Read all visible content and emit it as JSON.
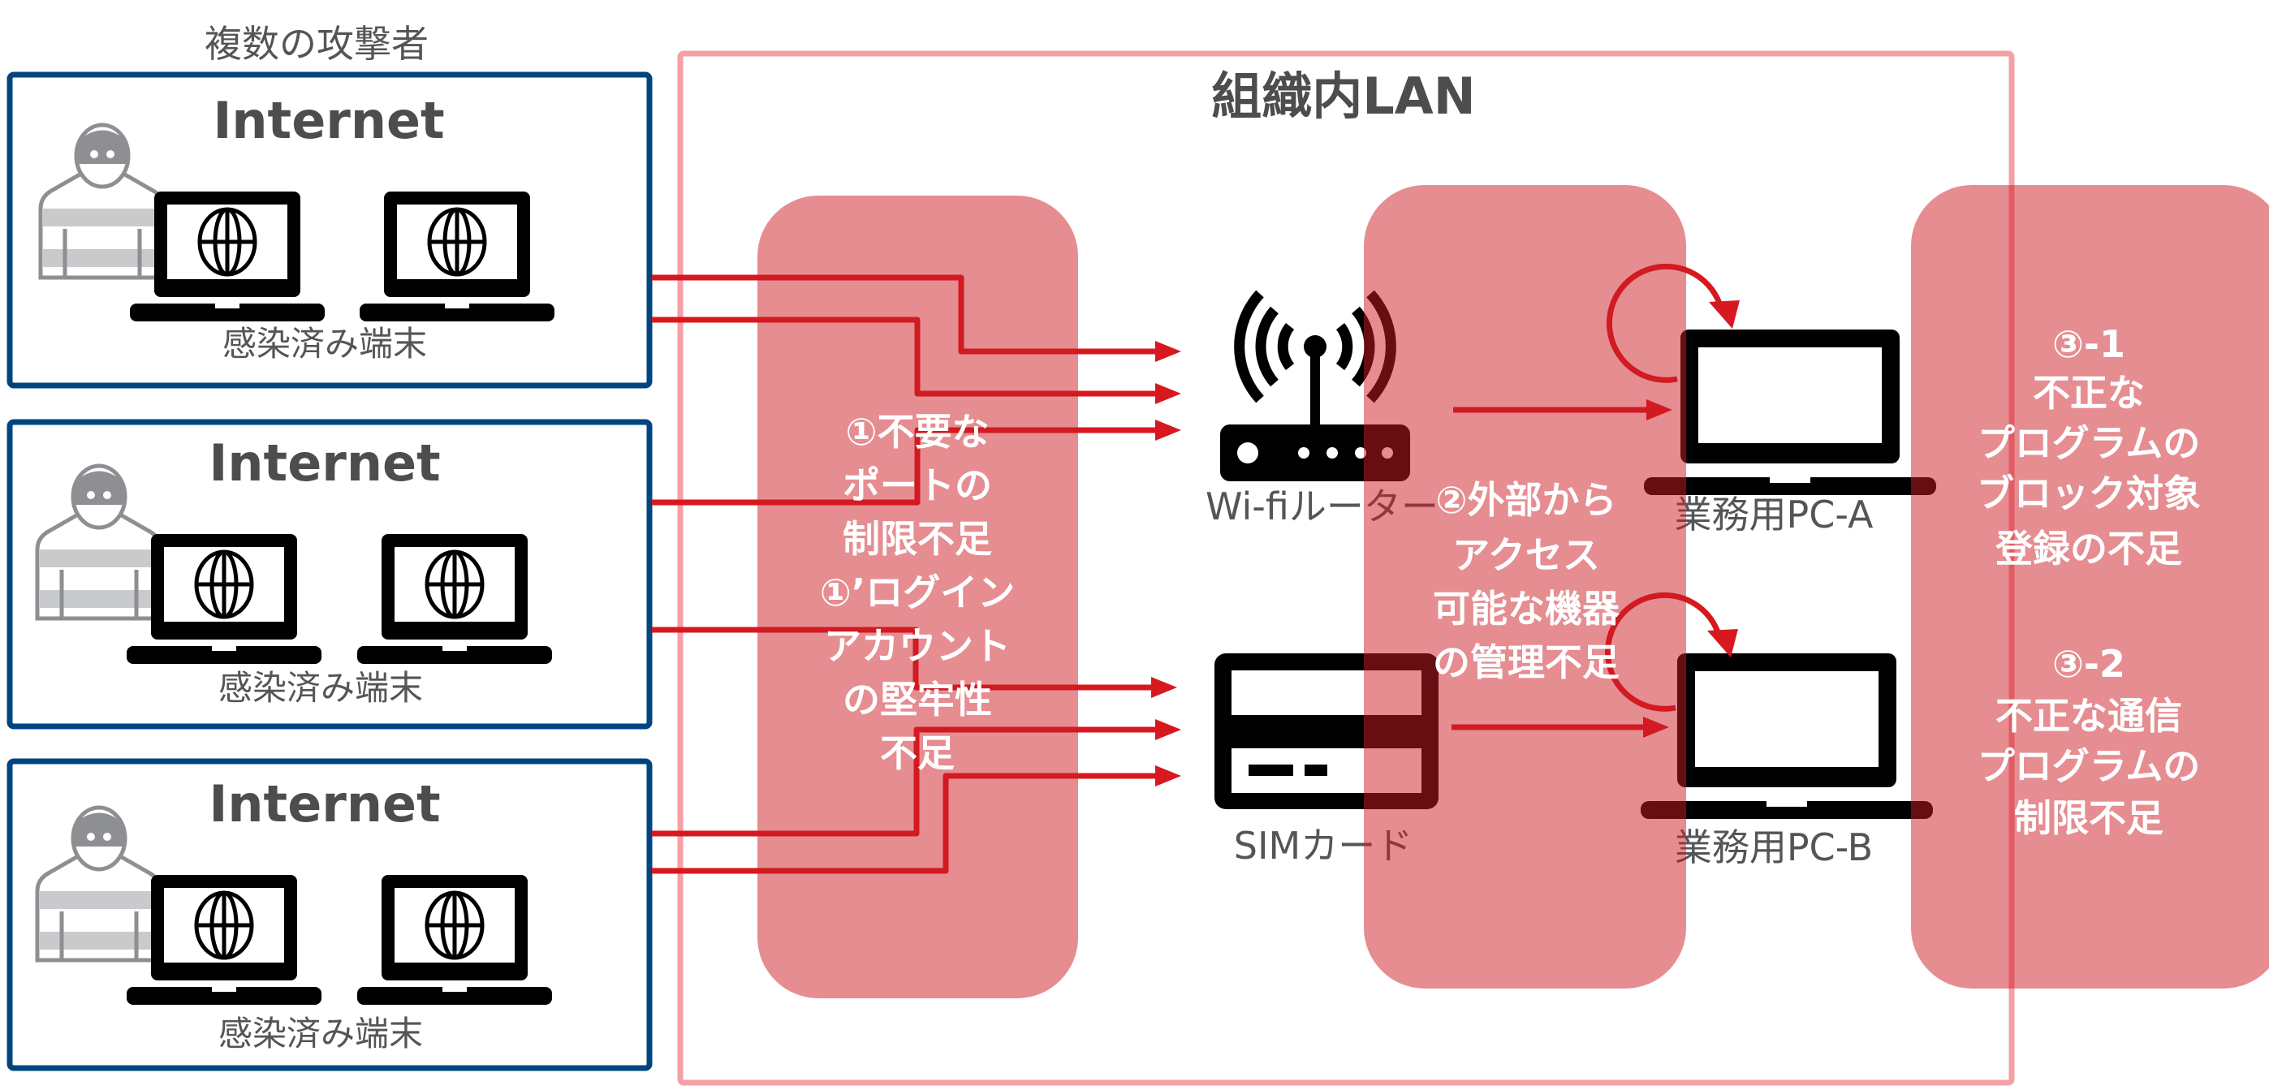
{
  "attackers_label": "複数の攻撃者",
  "internet_boxes": [
    {
      "title": "Internet",
      "caption": "感染済み端末"
    },
    {
      "title": "Internet",
      "caption": "感染済み端末"
    },
    {
      "title": "Internet",
      "caption": "感染済み端末"
    }
  ],
  "lan": {
    "title": "組織内LAN",
    "devices": {
      "router": {
        "label": "Wi-fiルーター",
        "icon": "wifi-router-icon"
      },
      "sim": {
        "label": "SIMカード",
        "icon": "sim-card-icon"
      },
      "pc_a": {
        "label": "業務用PC-A",
        "icon": "laptop-icon"
      },
      "pc_b": {
        "label": "業務用PC-B",
        "icon": "laptop-icon"
      }
    }
  },
  "panels": [
    {
      "lines": [
        "①不要な",
        "ポートの",
        "制限不足",
        "①’ログイン",
        "アカウント",
        "の堅牢性",
        "不足"
      ]
    },
    {
      "lines": [
        "②外部から",
        "アクセス",
        "可能な機器",
        "の管理不足"
      ]
    },
    {
      "lines": [
        "③-1",
        "不正な",
        "プログラムの",
        "ブロック対象",
        "登録の不足",
        "③-2",
        "不正な通信",
        "プログラムの",
        "制限不足"
      ]
    }
  ],
  "colors": {
    "box_border": "#004480",
    "lan_border": "#f4a0a5",
    "arrow": "#d7191f",
    "panel": "#cc1c24"
  }
}
